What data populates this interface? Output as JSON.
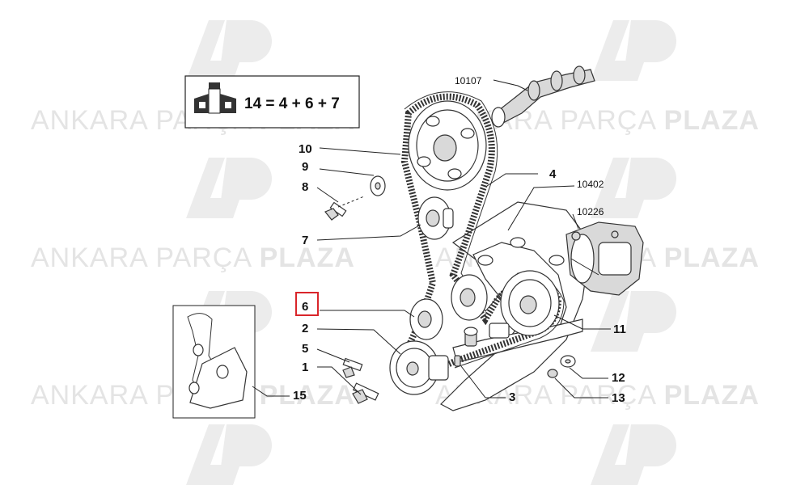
{
  "watermark": {
    "brand_light": "ANKARA",
    "brand_mid": "PARÇA",
    "brand_bold": "PLAZA",
    "logo_icon": "ap-logo-icon"
  },
  "legend": {
    "formula": "14 = 4 + 6 + 7",
    "icon": "kit-box-icon"
  },
  "callouts": {
    "c10107": "10107",
    "c10": "10",
    "c4": "4",
    "c10402": "10402",
    "c9": "9",
    "c10226": "10226",
    "c8": "8",
    "c7": "7",
    "c6": "6",
    "c2": "2",
    "c11": "11",
    "c5": "5",
    "c1": "1",
    "c12": "12",
    "c15": "15",
    "c3": "3",
    "c13": "13"
  },
  "highlight": {
    "part": "6",
    "color": "#d9252a"
  }
}
